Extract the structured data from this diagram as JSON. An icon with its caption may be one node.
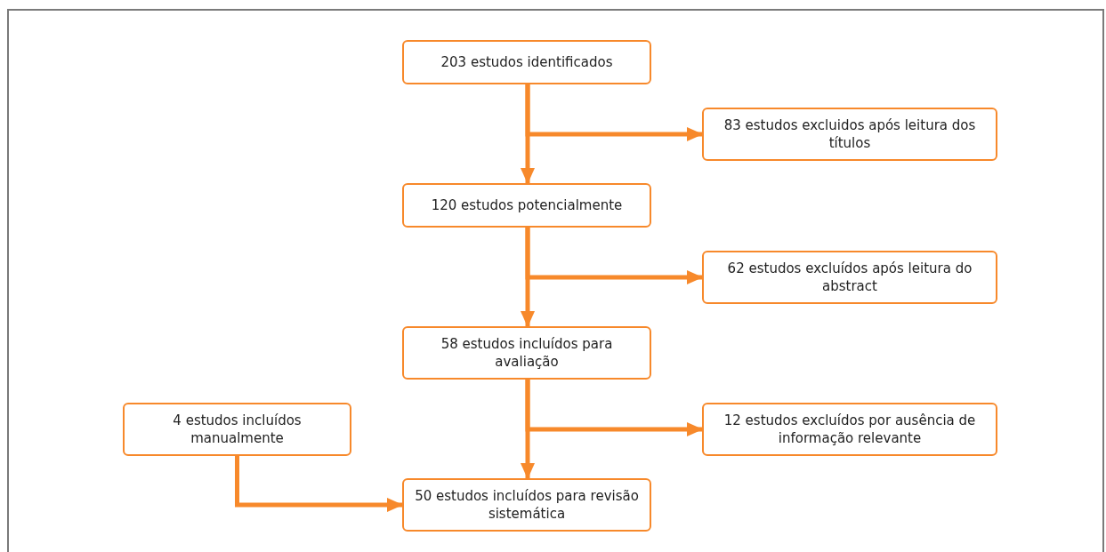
{
  "diagram": {
    "nodes": [
      {
        "text": [
          "203 estudos identificados"
        ]
      },
      {
        "text": [
          "83 estudos excluidos após leitura dos títulos"
        ]
      },
      {
        "text": [
          "120 estudos potencialmente"
        ]
      },
      {
        "text": [
          "62 estudos excluídos após leitura do abstract"
        ]
      },
      {
        "text": [
          "58 estudos incluídos para avaliação"
        ]
      },
      {
        "text": [
          "4 estudos incluídos manualmente"
        ]
      },
      {
        "text": [
          "12 estudos excluídos por ausência de informação relevante"
        ]
      },
      {
        "text": [
          "50 estudos incluídos para revisão sistemática"
        ]
      }
    ],
    "edges": [
      {
        "from": 0,
        "to": 2,
        "arrow": "to"
      },
      {
        "from": 0,
        "to": 1,
        "arrow": "to"
      },
      {
        "from": 2,
        "to": 4,
        "arrow": "to"
      },
      {
        "from": 2,
        "to": 3,
        "arrow": "to"
      },
      {
        "from": 4,
        "to": 7,
        "arrow": "to"
      },
      {
        "from": 4,
        "to": 6,
        "arrow": "to"
      },
      {
        "from": 5,
        "to": 7,
        "arrow": "to"
      }
    ]
  }
}
